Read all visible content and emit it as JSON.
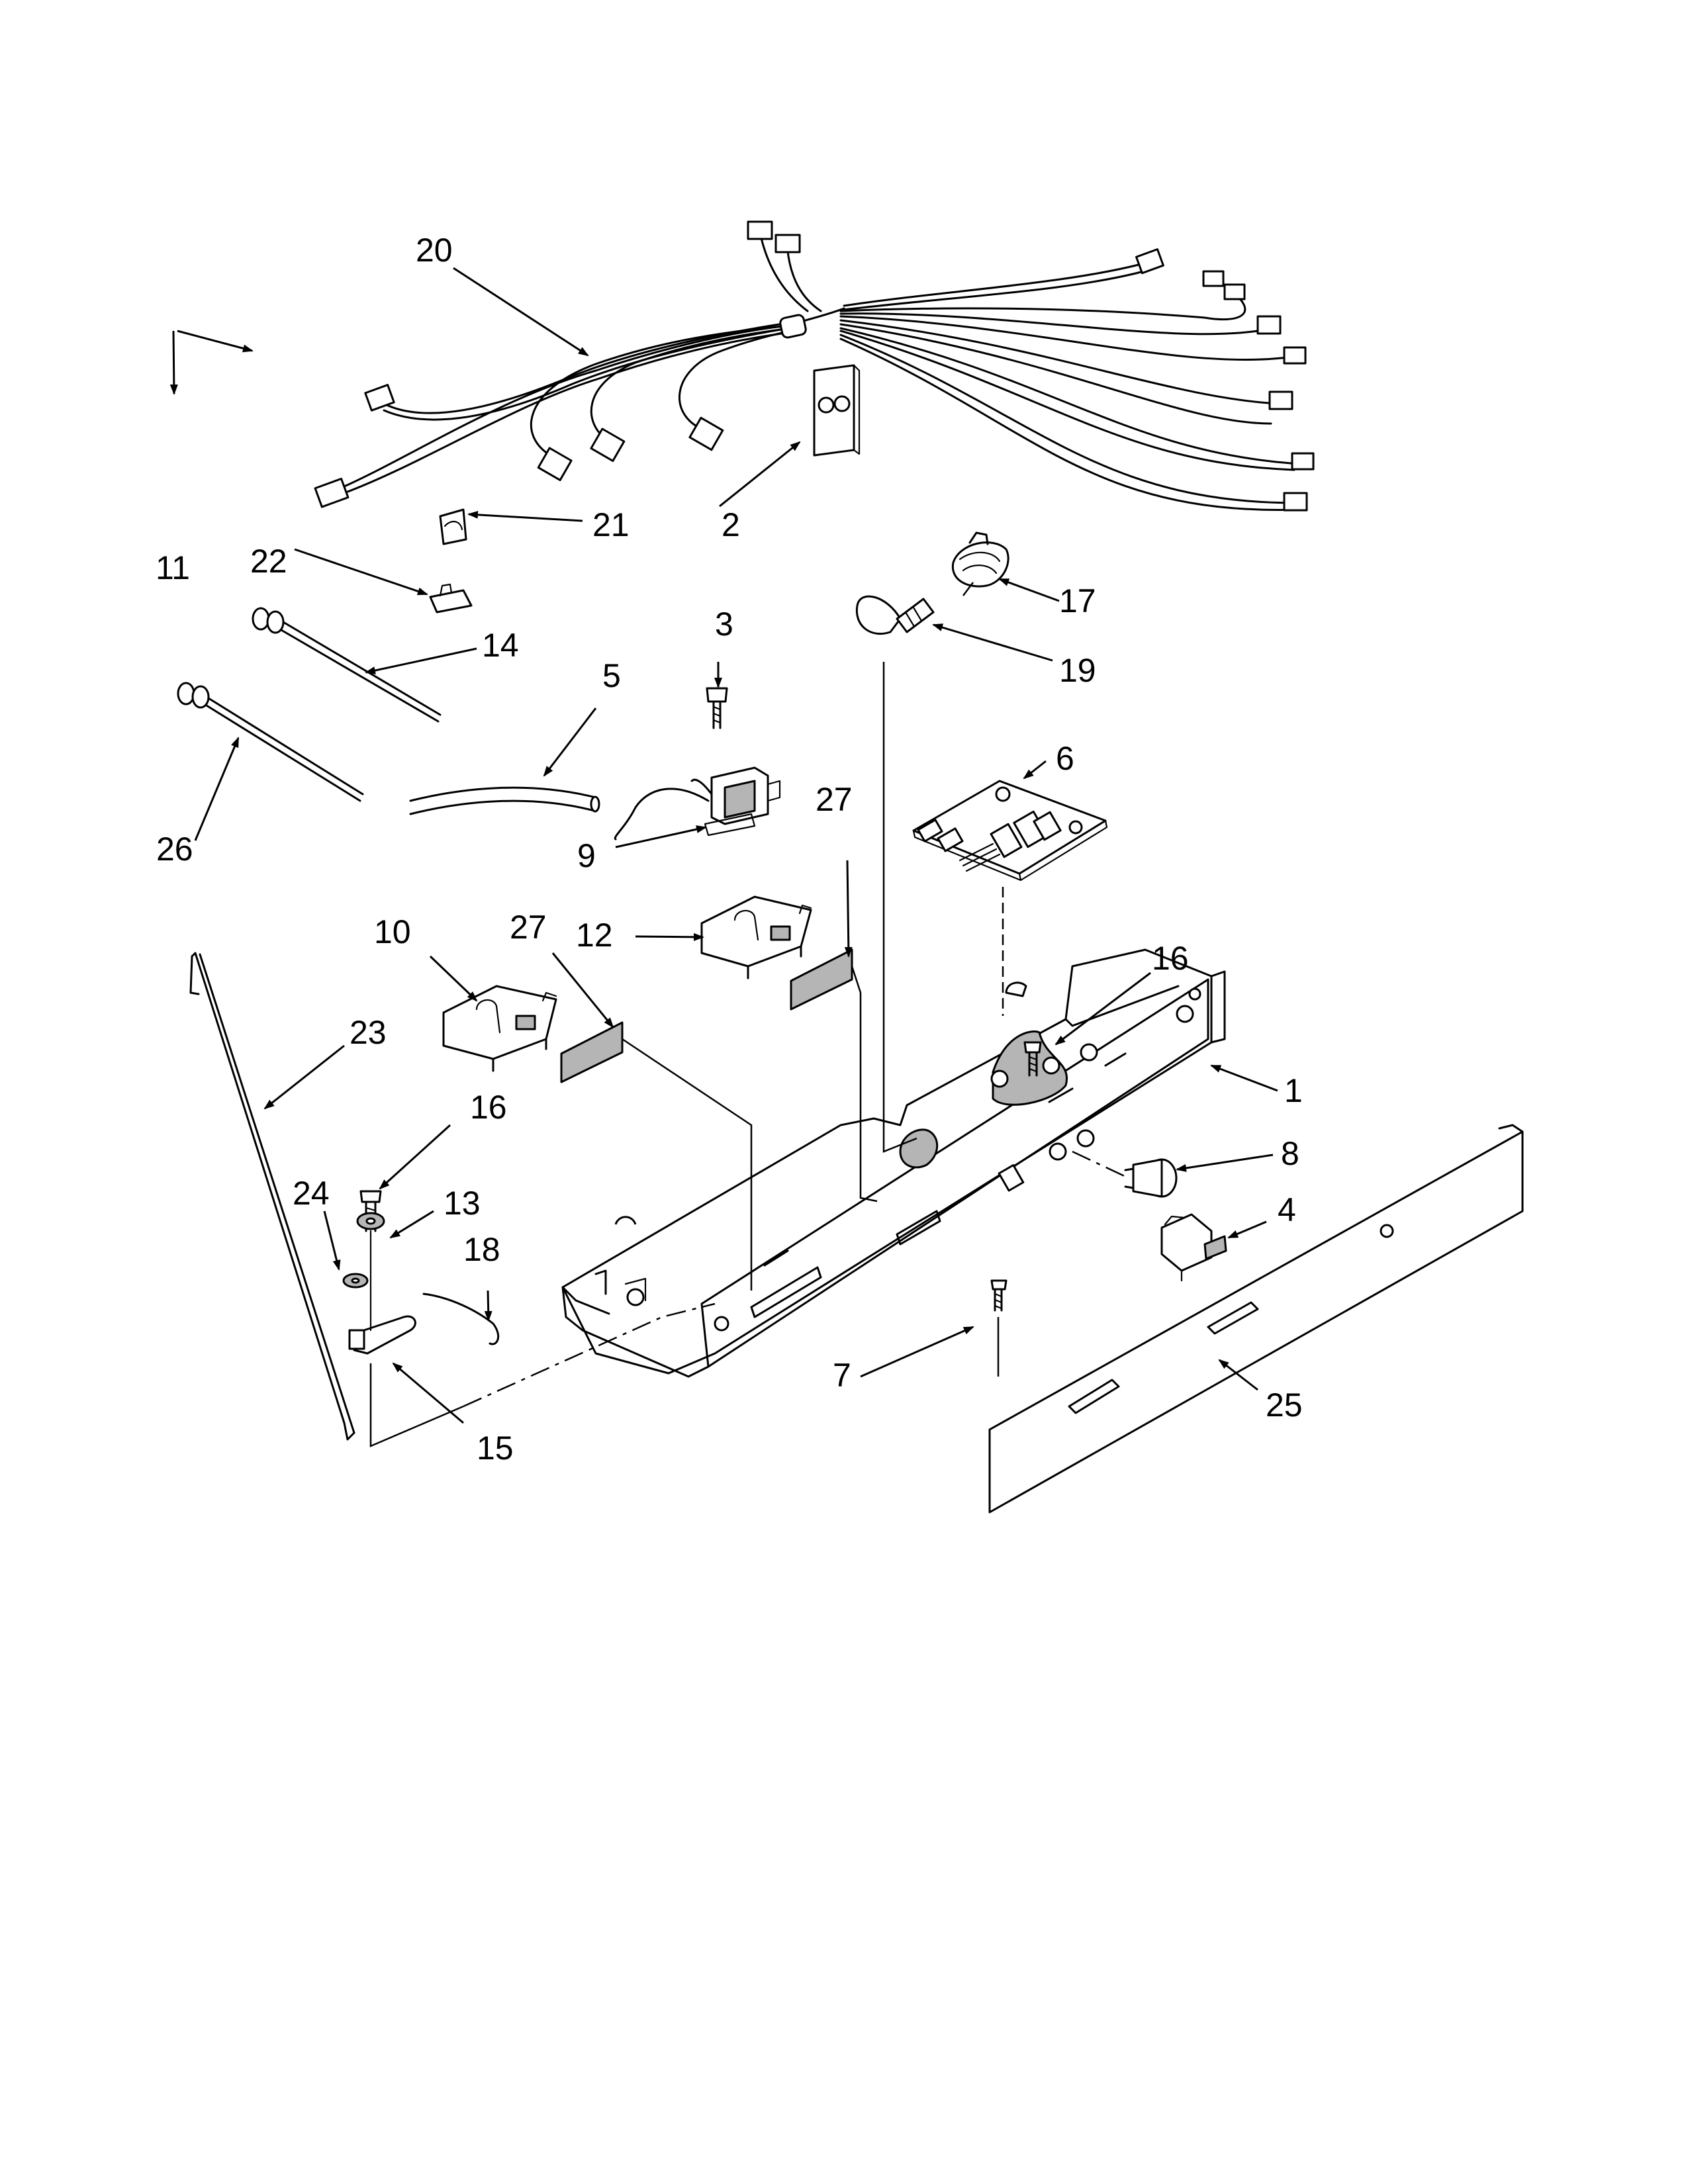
{
  "callouts": {
    "c1": "1",
    "c2": "2",
    "c3": "3",
    "c4": "4",
    "c5": "5",
    "c6": "6",
    "c7": "7",
    "c8": "8",
    "c9": "9",
    "c10": "10",
    "c11": "11",
    "c12": "12",
    "c13": "13",
    "c14": "14",
    "c15": "15",
    "c16a": "16",
    "c16b": "16",
    "c17": "17",
    "c18": "18",
    "c19": "19",
    "c20": "20",
    "c21": "21",
    "c22": "22",
    "c23": "23",
    "c24": "24",
    "c25": "25",
    "c26": "26",
    "c27a": "27",
    "c27b": "27"
  }
}
